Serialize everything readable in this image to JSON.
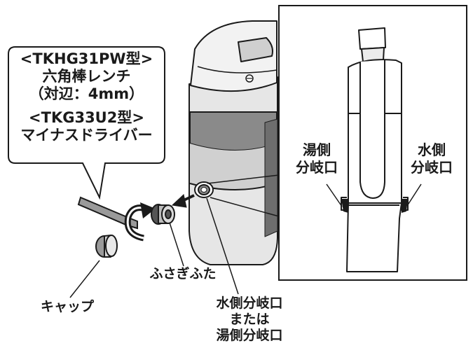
{
  "callout": {
    "hex_model": "<TKHG31PW型>",
    "hex_tool": "六角棒レンチ",
    "hex_size": "（対辺：4mm）",
    "screw_model": "<TKG33U2型>",
    "screw_tool": "マイナスドライバー"
  },
  "labels": {
    "hot_branch": [
      "湯側",
      "分岐口"
    ],
    "cold_branch": [
      "水側",
      "分岐口"
    ],
    "plug": "ふさぎふた",
    "cap": "キャップ",
    "port": [
      "水側分岐口",
      "または",
      "湯側分岐口"
    ]
  }
}
